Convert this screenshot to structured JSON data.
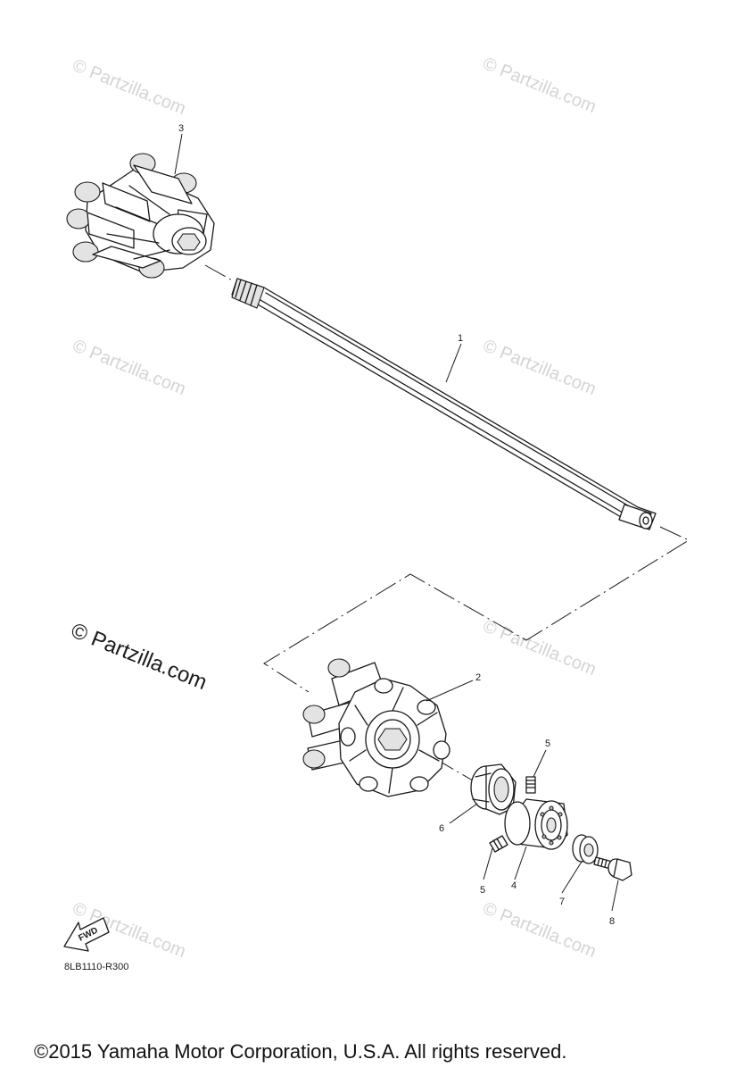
{
  "diagram": {
    "callouts": {
      "p1": "1",
      "p2": "2",
      "p3": "3",
      "p4": "4",
      "p5a": "5",
      "p5b": "5",
      "p6": "6",
      "p7": "7",
      "p8": "8"
    },
    "watermark": "© Partzilla.com",
    "watermark_main": "© Partzilla.com",
    "fwd_label": "FWD",
    "diagram_code": "8LB1110-R300",
    "copyright": "©2015 Yamaha Motor Corporation, U.S.A. All rights reserved."
  }
}
